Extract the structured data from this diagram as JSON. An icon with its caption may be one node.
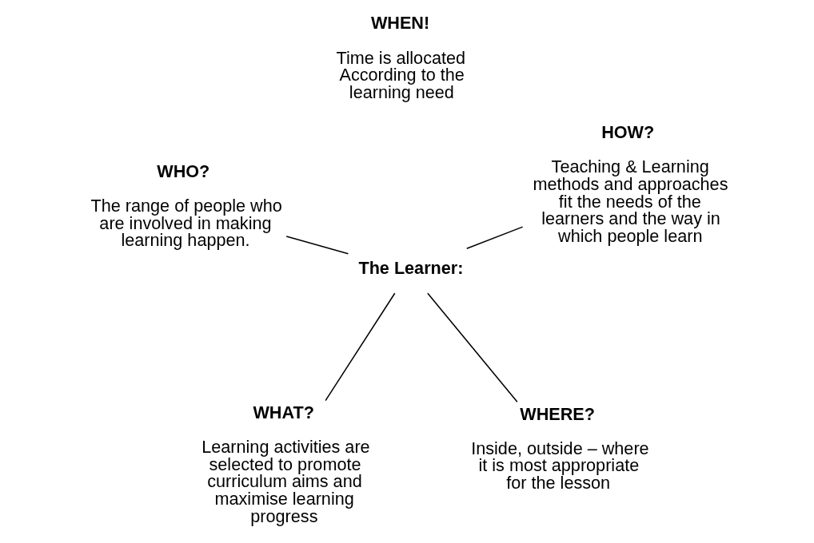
{
  "diagram": {
    "nodes": [
      {
        "text": [
          "The Learner:"
        ]
      },
      {
        "text": [
          "WHERE?",
          "Inside, outside – where it is most appropriate for the lesson"
        ]
      },
      {
        "text": [
          "WHAT?",
          "Learning activities are selected to promote curriculum aims and maximise learning progress"
        ]
      },
      {
        "text": [
          "WHO?",
          "The range of people who are involved in making learning happen."
        ]
      },
      {
        "text": [
          "HOW?",
          "Teaching & Learning methods and approaches fit the needs of the learners and the way in which people learn"
        ]
      }
    ],
    "edges": [
      {
        "from": 0,
        "to": 1,
        "arrow": "none"
      },
      {
        "from": 0,
        "to": 2,
        "arrow": "none"
      },
      {
        "from": 0,
        "to": 3,
        "arrow": "none"
      },
      {
        "from": 0,
        "to": 4,
        "arrow": "none"
      }
    ],
    "labels": [
      "WHEN!",
      "Time is allocated According to the learning need"
    ]
  }
}
